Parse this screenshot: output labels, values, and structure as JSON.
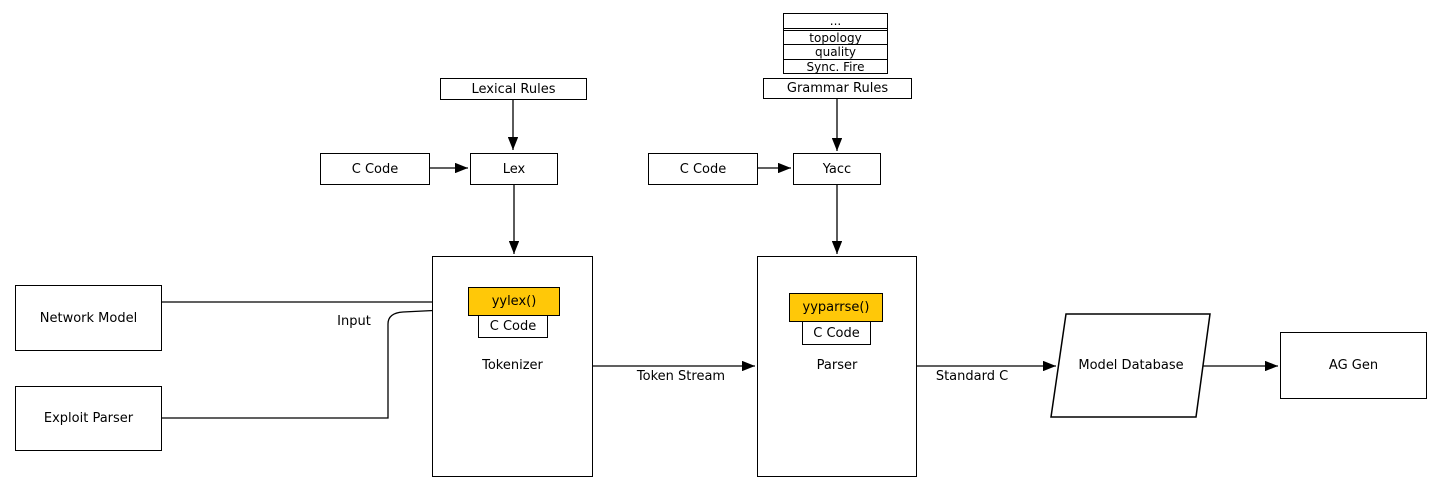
{
  "colors": {
    "highlight": "#FFC808",
    "line": "#000000",
    "background": "#FFFFFF"
  },
  "stack": {
    "items": [
      "...",
      "topology",
      "quality",
      "Sync. Fire"
    ]
  },
  "nodes": {
    "lexical_rules": "Lexical Rules",
    "grammar_rules": "Grammar Rules",
    "c_code_left": "C Code",
    "lex": "Lex",
    "c_code_right": "C Code",
    "yacc": "Yacc",
    "network_model": "Network Model",
    "exploit_parser": "Exploit Parser",
    "tokenizer": "Tokenizer",
    "yylex": "yylex()",
    "tokenizer_c_code": "C Code",
    "parser": "Parser",
    "yyparrse": "yyparrse()",
    "parser_c_code": "C Code",
    "model_database": "Model Database",
    "ag_gen": "AG Gen"
  },
  "edge_labels": {
    "input": "Input",
    "token_stream": "Token Stream",
    "standard_c": "Standard C"
  }
}
